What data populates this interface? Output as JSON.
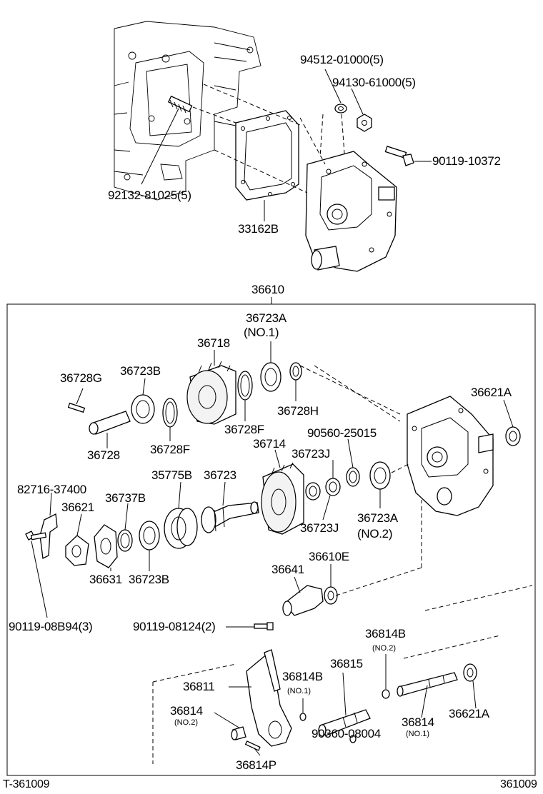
{
  "parts": {
    "p94512": "94512-01000(5)",
    "p94130": "94130-61000(5)",
    "p90119_10372": "90119-10372",
    "p92132": "92132-81025(5)",
    "p33162B": "33162B",
    "p36610": "36610",
    "p36723A_1": "36723A",
    "p36723A_1_sub": "(NO.1)",
    "p36718": "36718",
    "p36728G": "36728G",
    "p36723B_top": "36723B",
    "p36621A_top": "36621A",
    "p36728H": "36728H",
    "p36728F_a": "36728F",
    "p36728F_b": "36728F",
    "p36728": "36728",
    "p90560": "90560-25015",
    "p36714": "36714",
    "p36723J_a": "36723J",
    "p36723J_b": "36723J",
    "p82716": "82716-37400",
    "p35775B": "35775B",
    "p36723": "36723",
    "p36621": "36621",
    "p36737B": "36737B",
    "p36723A_2": "36723A",
    "p36723A_2_sub": "(NO.2)",
    "p36723B_bot": "36723B",
    "p36631": "36631",
    "p36641": "36641",
    "p36610E": "36610E",
    "p90119_08B94": "90119-08B94(3)",
    "p90119_08124": "90119-08124(2)",
    "p36814B_top": "36814B",
    "p36814B_top_sub": "(NO.2)",
    "p36815": "36815",
    "p36811": "36811",
    "p36814B_mid": "36814B",
    "p36814B_mid_sub": "(NO.1)",
    "p36814_left": "36814",
    "p36814_left_sub": "(NO.2)",
    "p36814_right": "36814",
    "p36814_right_sub": "(NO.1)",
    "p36621A_bot": "36621A",
    "p90360": "90360-08004",
    "p36814P": "36814P"
  },
  "footer": {
    "left_code": "T-361009",
    "right_code": "361009"
  }
}
